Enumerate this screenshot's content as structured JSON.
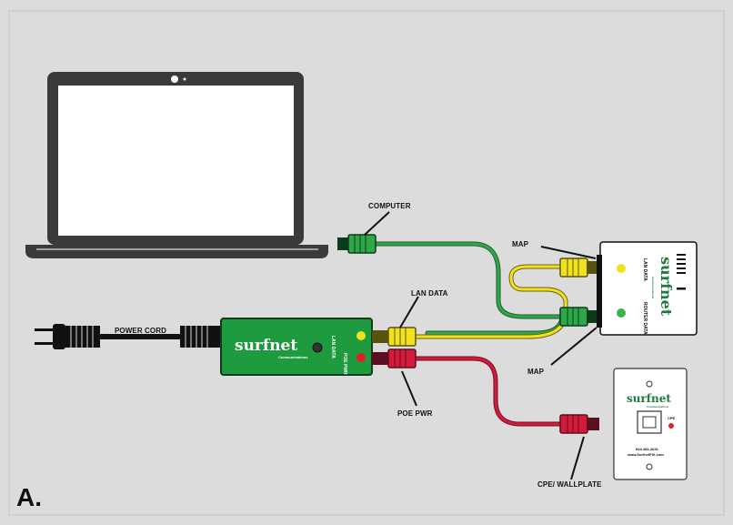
{
  "panel_letter": "A.",
  "labels": {
    "computer": "COMPUTER",
    "map_top": "MAP",
    "map_bottom": "MAP",
    "lan_data": "LAN DATA",
    "power_cord": "POWER CORD",
    "poe_pwr": "POE PWR",
    "cpe_wallplate": "CPE/ WALLPLATE"
  },
  "injector": {
    "brand": "surfnet",
    "sub": "Communications",
    "port_top": "LAN DATA",
    "port_bottom": "POE PWR"
  },
  "splitter": {
    "brand": "surfnet",
    "sub": "Communications",
    "port_top": "LAN DATA",
    "port_bottom": "ROUTER DATA"
  },
  "wallplate": {
    "brand": "surfnet",
    "sub": "Communications",
    "port": "CPE",
    "phone": "844-481-2641",
    "web": "www.SurfnetFIX.com"
  },
  "colors": {
    "green_cable": "#1f9a3c",
    "yellow_cable": "#f2e21b",
    "red_cable": "#d61a3c",
    "injector_body": "#1e9a3f",
    "brand_green": "#1e7a3c",
    "led_yellow": "#f2e21b",
    "led_green": "#3cb44b",
    "led_red": "#e41e25"
  }
}
